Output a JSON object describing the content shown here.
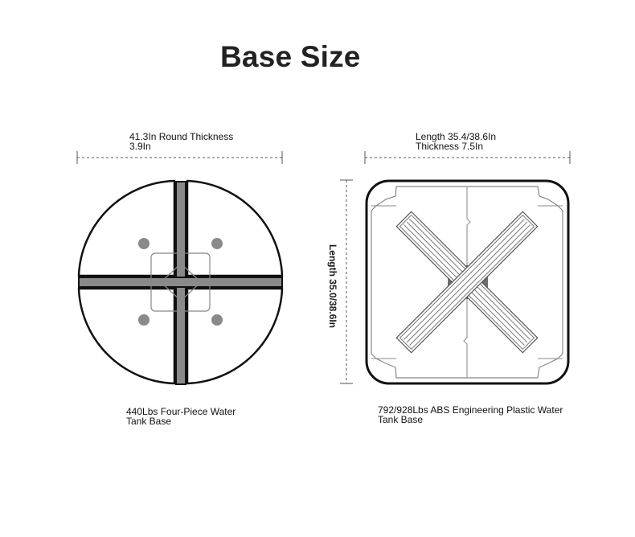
{
  "title": "Base Size",
  "left_base": {
    "dimension_line1": "41.3In Round Thickness",
    "dimension_line2": "3.9In",
    "caption_line1": "440Lbs Four-Piece Water",
    "caption_line2": "Tank Base"
  },
  "right_base": {
    "dimension_line1": "Length 35.4/38.6In",
    "dimension_line2": "Thickness 7.5In",
    "vertical_dimension": "Length 35.0/38.6In",
    "caption_line1": "792/928Lbs ABS Engineering Plastic Water",
    "caption_line2": "Tank Base"
  },
  "colors": {
    "outline": "#111111",
    "fill_gray": "#8a8a8a",
    "mid_gray": "#9b9b9b",
    "light_gray": "#e6e6e6",
    "dash": "#555555"
  }
}
